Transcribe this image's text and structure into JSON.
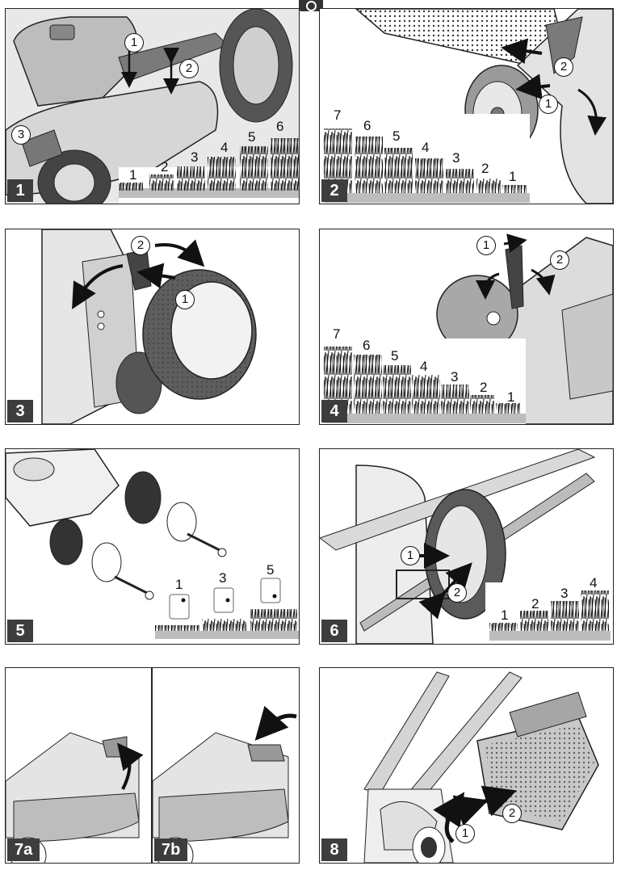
{
  "panels": [
    {
      "id": "1",
      "label": "1",
      "callouts": [
        "1",
        "2",
        "3"
      ],
      "heights": [
        "1",
        "2",
        "3",
        "4",
        "5",
        "6"
      ]
    },
    {
      "id": "2",
      "label": "2",
      "callouts": [
        "1",
        "2"
      ],
      "heights": [
        "7",
        "6",
        "5",
        "4",
        "3",
        "2",
        "1"
      ]
    },
    {
      "id": "3",
      "label": "3",
      "callouts": [
        "1",
        "2"
      ]
    },
    {
      "id": "4",
      "label": "4",
      "callouts": [
        "1",
        "2"
      ],
      "heights": [
        "7",
        "6",
        "5",
        "4",
        "3",
        "2",
        "1"
      ]
    },
    {
      "id": "5",
      "label": "5",
      "heights": [
        "1",
        "3",
        "5"
      ]
    },
    {
      "id": "6",
      "label": "6",
      "callouts": [
        "1",
        "2"
      ],
      "heights": [
        "1",
        "2",
        "3",
        "4"
      ]
    },
    {
      "id": "7a",
      "label": "7a"
    },
    {
      "id": "7b",
      "label": "7b"
    },
    {
      "id": "8",
      "label": "8",
      "callouts": [
        "1",
        "2"
      ]
    }
  ],
  "icons": {
    "top": "open-circle-icon"
  }
}
